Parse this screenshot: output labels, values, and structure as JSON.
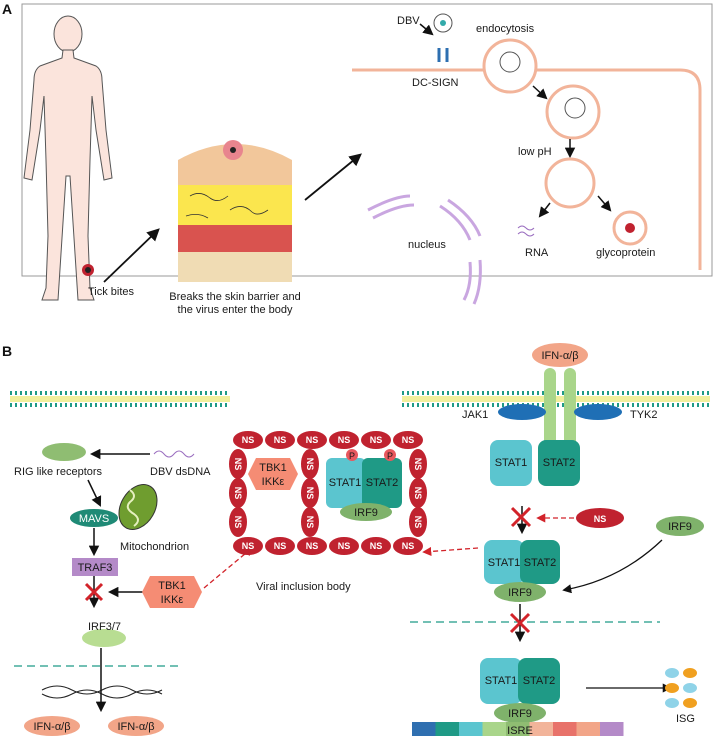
{
  "panels": {
    "a": "A",
    "b": "B"
  },
  "panel_a": {
    "tick_bites": "Tick bites",
    "skin_caption_1": "Breaks the skin barrier and",
    "skin_caption_2": "the virus enter the body",
    "dbv": "DBV",
    "endocytosis": "endocytosis",
    "dc_sign": "DC-SIGN",
    "low_ph": "low pH",
    "rna": "RNA",
    "glycoprotein": "glycoprotein",
    "nucleus": "nucleus"
  },
  "panel_b": {
    "rig_like": "RIG like receptors",
    "dbv_dsdna": "DBV dsDNA",
    "mavs": "MAVS",
    "mitochondrion": "Mitochondrion",
    "traf3": "TRAF3",
    "tbk1": "TBK1",
    "ikke": "IKKε",
    "irf37": "IRF3/7",
    "ifn_ab": "IFN-α/β",
    "ns": "NS",
    "stat1": "STAT1",
    "stat2": "STAT2",
    "irf9": "IRF9",
    "p": "P",
    "viral_inclusion": "Viral inclusion body",
    "jak1": "JAK1",
    "tyk2": "TYK2",
    "isre": "ISRE",
    "isg": "ISG"
  },
  "colors": {
    "membrane": "#f2b49a",
    "ns_red": "#c0222f",
    "stat1": "#5bc5cf",
    "stat2": "#1f9a86",
    "irf9": "#7fb26b",
    "traf3": "#b48ac8",
    "tbk1": "#f58c74",
    "receptor": "#a9d58a",
    "jak": "#1f6fb5",
    "ifn": "#f2a588"
  }
}
